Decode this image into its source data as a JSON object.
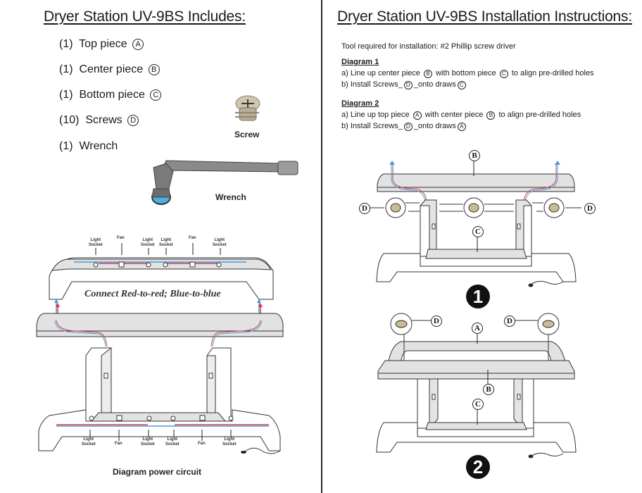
{
  "left": {
    "title": "Dryer Station UV-9BS  Includes:",
    "items": [
      {
        "qty": "(1)",
        "name": "Top piece",
        "mark": "A"
      },
      {
        "qty": "(1)",
        "name": "Center piece",
        "mark": "B"
      },
      {
        "qty": "(1)",
        "name": "Bottom piece",
        "mark": "C"
      },
      {
        "qty": "(10)",
        "name": "Screws",
        "mark": "D"
      },
      {
        "qty": "(1)",
        "name": "Wrench",
        "mark": ""
      }
    ],
    "screw_caption": "Screw",
    "wrench_caption": "Wrench",
    "circuit": {
      "top_labels": [
        "Light Socket",
        "Fan",
        "Light Socket",
        "Light Socket",
        "Fan",
        "Light Socket"
      ],
      "bottom_labels": [
        "Light Socket",
        "Fan",
        "Light Socket",
        "Light Socket",
        "Fan",
        "Light Socket"
      ],
      "connect_note": "Connect Red-to-red; Blue-to-blue",
      "caption": "Diagram power circuit",
      "wire_red": "#d23a4a",
      "wire_blue": "#4a9bd8"
    }
  },
  "right": {
    "title": "Dryer Station UV-9BS Installation Instructions:",
    "tool_note": "Tool required for installation:  #2 Phillip screw driver",
    "diagram1": {
      "heading": "Diagram 1",
      "step_a_pre": "a) Line up center piece",
      "step_a_m1": "B",
      "step_a_mid": "with bottom piece",
      "step_a_m2": "C",
      "step_a_post": "to align pre-drilled holes",
      "step_b_pre": "b) Install Screws_",
      "step_b_m1": "D",
      "step_b_mid": "_onto draws",
      "step_b_m2": "C",
      "labels": {
        "b": "B",
        "c": "C",
        "d_left": "D",
        "d_right": "D"
      },
      "number": "1"
    },
    "diagram2": {
      "heading": "Diagram 2",
      "step_a_pre": "a) Line up top piece",
      "step_a_m1": "A",
      "step_a_mid": "with center piece",
      "step_a_m2": "B",
      "step_a_post": "to align pre-drilled holes",
      "step_b_pre": "b) Install Screws_",
      "step_b_m1": "D",
      "step_b_mid": "_onto draws",
      "step_b_m2": "A",
      "labels": {
        "a": "A",
        "b": "B",
        "c": "C",
        "d_left": "D",
        "d_right": "D"
      },
      "number": "2"
    }
  }
}
